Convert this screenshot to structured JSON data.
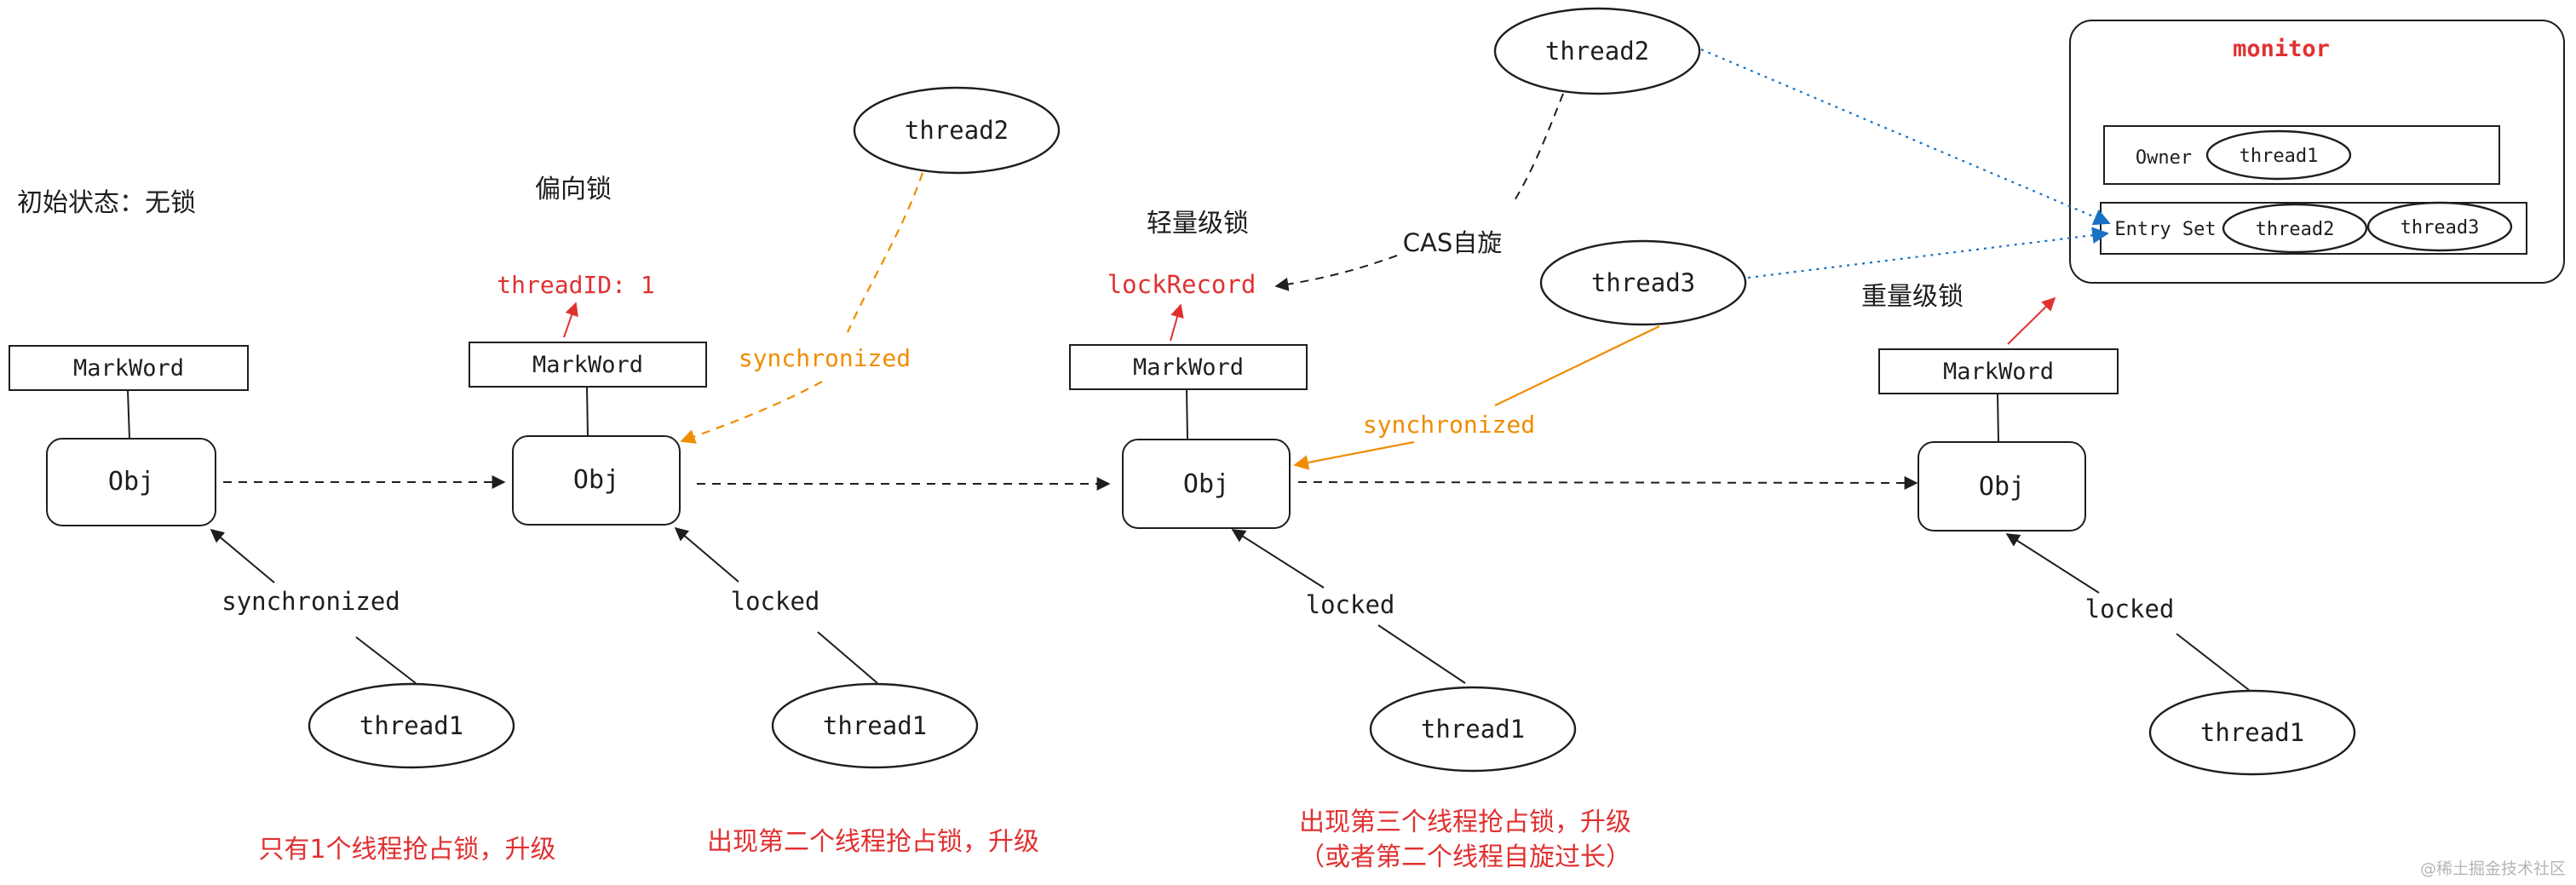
{
  "stages": {
    "initial": {
      "title": "初始状态：无锁",
      "markword": "MarkWord",
      "obj": "Obj",
      "edge_label": "synchronized",
      "thread": "thread1",
      "caption": "只有1个线程抢占锁，升级"
    },
    "biased": {
      "title": "偏向锁",
      "markword_value": "threadID: 1",
      "markword": "MarkWord",
      "obj": "Obj",
      "edge_label": "locked",
      "thread": "thread1",
      "other_thread": "thread2",
      "other_edge_label": "synchronized",
      "caption": "出现第二个线程抢占锁，升级"
    },
    "lightweight": {
      "title": "轻量级锁",
      "markword_value": "lockRecord",
      "markword": "MarkWord",
      "obj": "Obj",
      "edge_label": "locked",
      "thread": "thread1",
      "cas_label": "CAS自旋",
      "spin_thread": "thread2",
      "other_thread": "thread3",
      "other_edge_label": "synchronized",
      "caption_line1": "出现第三个线程抢占锁，升级",
      "caption_line2": "（或者第二个线程自旋过长）"
    },
    "heavyweight": {
      "title": "重量级锁",
      "markword": "MarkWord",
      "obj": "Obj",
      "edge_label": "locked",
      "thread": "thread1"
    }
  },
  "monitor": {
    "title": "monitor",
    "owner_label": "Owner",
    "owner_thread": "thread1",
    "entry_set_label": "Entry Set",
    "entry_threads": [
      "thread2",
      "thread3"
    ]
  },
  "watermark": "@稀土掘金技术社区",
  "colors": {
    "text": "#1e1e1e",
    "red": "#e03131",
    "orange": "#f08c00",
    "blue": "#1971c2"
  }
}
